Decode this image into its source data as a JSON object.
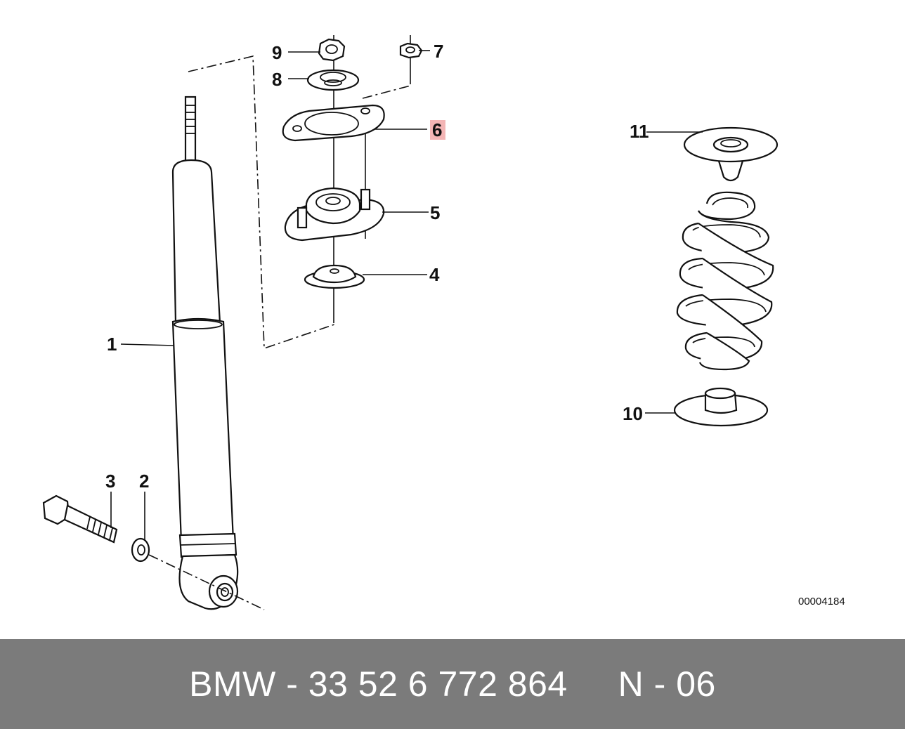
{
  "callouts": {
    "c1": "1",
    "c2": "2",
    "c3": "3",
    "c4": "4",
    "c5": "5",
    "c6": "6",
    "c7": "7",
    "c8": "8",
    "c9": "9",
    "c10": "10",
    "c11": "11"
  },
  "highlighted_callout": "6",
  "highlight_color": "#f3b5b5",
  "document_number": "00004184",
  "footer": {
    "text": "BMW - 33 52 6 772 864     N - 06",
    "background": "#7b7b7b"
  }
}
